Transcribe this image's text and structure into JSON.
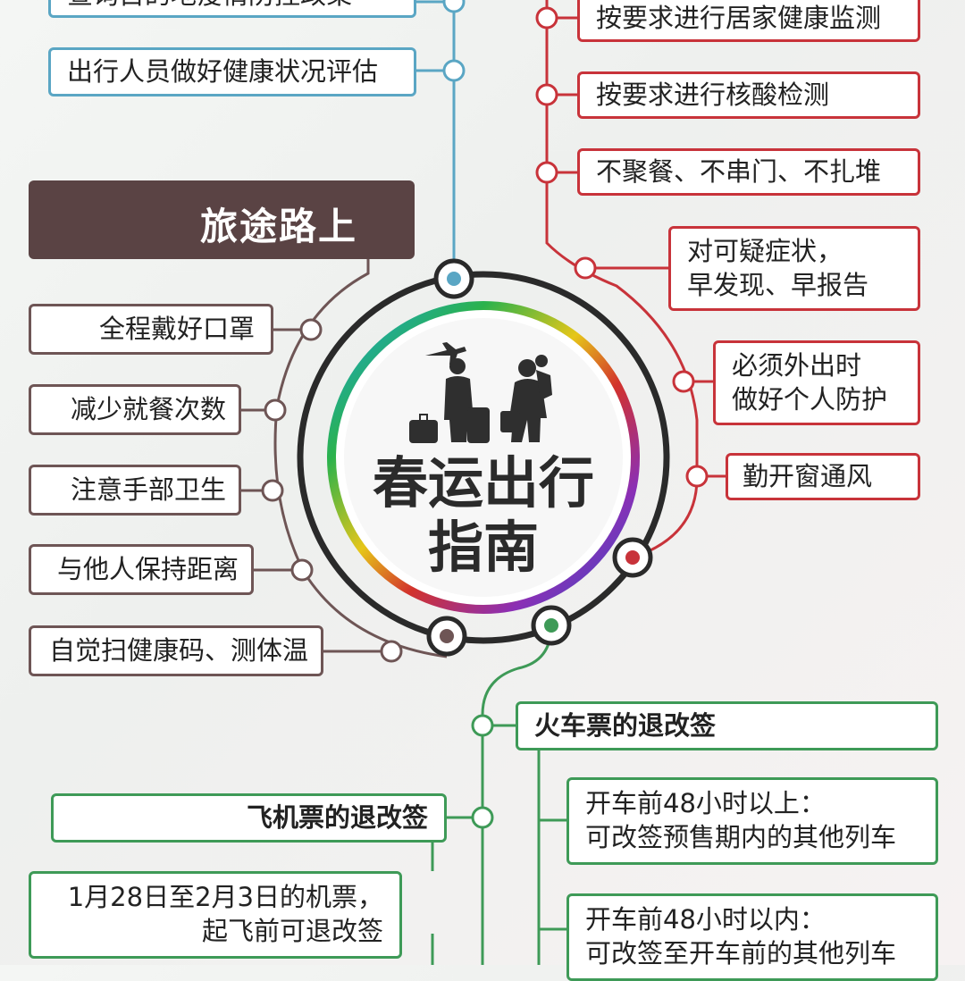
{
  "title": {
    "line1": "春运出行",
    "line2": "指南"
  },
  "travel_header": "旅途路上",
  "top_left": [
    "出行人员做好健康状况评估"
  ],
  "top_left_cut": "查询目的地疫情防控政策",
  "top_right": [
    "按要求进行居家健康监测",
    "按要求进行核酸检测",
    "不聚餐、不串门、不扎堆"
  ],
  "right_boxes": [
    {
      "l1": "对可疑症状，",
      "l2": "早发现、早报告"
    },
    {
      "l1": "必须外出时",
      "l2": "做好个人防护"
    },
    {
      "l1": "勤开窗通风",
      "l2": ""
    }
  ],
  "travel_items": [
    "全程戴好口罩",
    "减少就餐次数",
    "注意手部卫生",
    "与他人保持距离",
    "自觉扫健康码、测体温"
  ],
  "train": {
    "title": "火车票的退改签",
    "items": [
      {
        "l1": "开车前48小时以上：",
        "l2": "可改签预售期内的其他列车"
      },
      {
        "l1": "开车前48小时以内：",
        "l2": "可改签至开车前的其他列车"
      }
    ]
  },
  "plane": {
    "title": "飞机票的退改签",
    "items": [
      {
        "l1": "1月28日至2月3日的机票，",
        "l2": "起飞前可退改签"
      }
    ]
  },
  "colors": {
    "blue": "#5aa6c4",
    "red": "#c8333a",
    "brown": "#6e5555",
    "green": "#3e9a57"
  }
}
